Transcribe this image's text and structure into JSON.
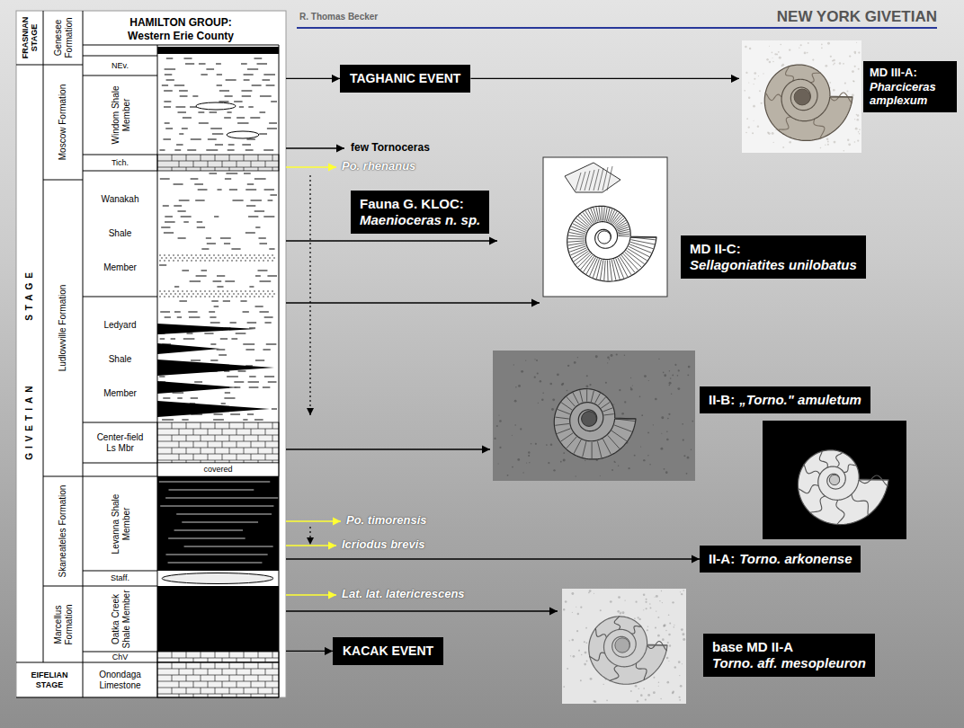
{
  "diagram": {
    "title": "NEW YORK GIVETIAN",
    "nodes": [
      {
        "text": [
          "HAMILTON GROUP: Western Erie County"
        ]
      },
      {
        "text": [
          "TAGHANIC EVENT"
        ]
      },
      {
        "text": [
          "MD III-A:",
          "Pharciceras amplexum"
        ]
      },
      {
        "text": [
          "Fauna G. KLOC:",
          "Maenioceras n. sp."
        ]
      },
      {
        "text": [
          "MD II-C:",
          "Sellagoniatites unilobatus"
        ]
      },
      {
        "text": [
          "II-B:",
          "„Torno.\" amuletum"
        ]
      },
      {
        "text": [
          "II-A:",
          "Torno. arkonense"
        ]
      },
      {
        "text": [
          "KACAK EVENT"
        ]
      },
      {
        "text": [
          "base MD II-A",
          "Torno. aff. mesopleuron"
        ]
      }
    ],
    "edges": [
      {
        "from": 0,
        "to": 1,
        "arrow": "to"
      },
      {
        "from": 0,
        "to": 6,
        "arrow": "to"
      },
      {
        "from": 0,
        "to": 7,
        "arrow": "to"
      }
    ],
    "labels": [
      "R. Thomas Becker",
      "FRASNIAN STAGE",
      "Genesee Formation",
      "NEv.",
      "Moscow Formation",
      "Windom Shale Member",
      "Tich.",
      "Wanakah Shale Member",
      "Ledyard Shale Member",
      "Center-field Ls Mbr",
      "covered",
      "GIVETIAN STAGE",
      "Ludlowville Formation",
      "Skaneateles Formation",
      "Levanna Shale Member",
      "Staff.",
      "Marcellus Formation",
      "Oatka Creek Shale Member",
      "ChV",
      "EIFELIAN STAGE",
      "Onondaga Limestone",
      "few Tornoceras",
      "Po. rhenanus",
      "Po. timorensis",
      "Icriodus brevis",
      "Lat. lat. latericrescens"
    ]
  }
}
